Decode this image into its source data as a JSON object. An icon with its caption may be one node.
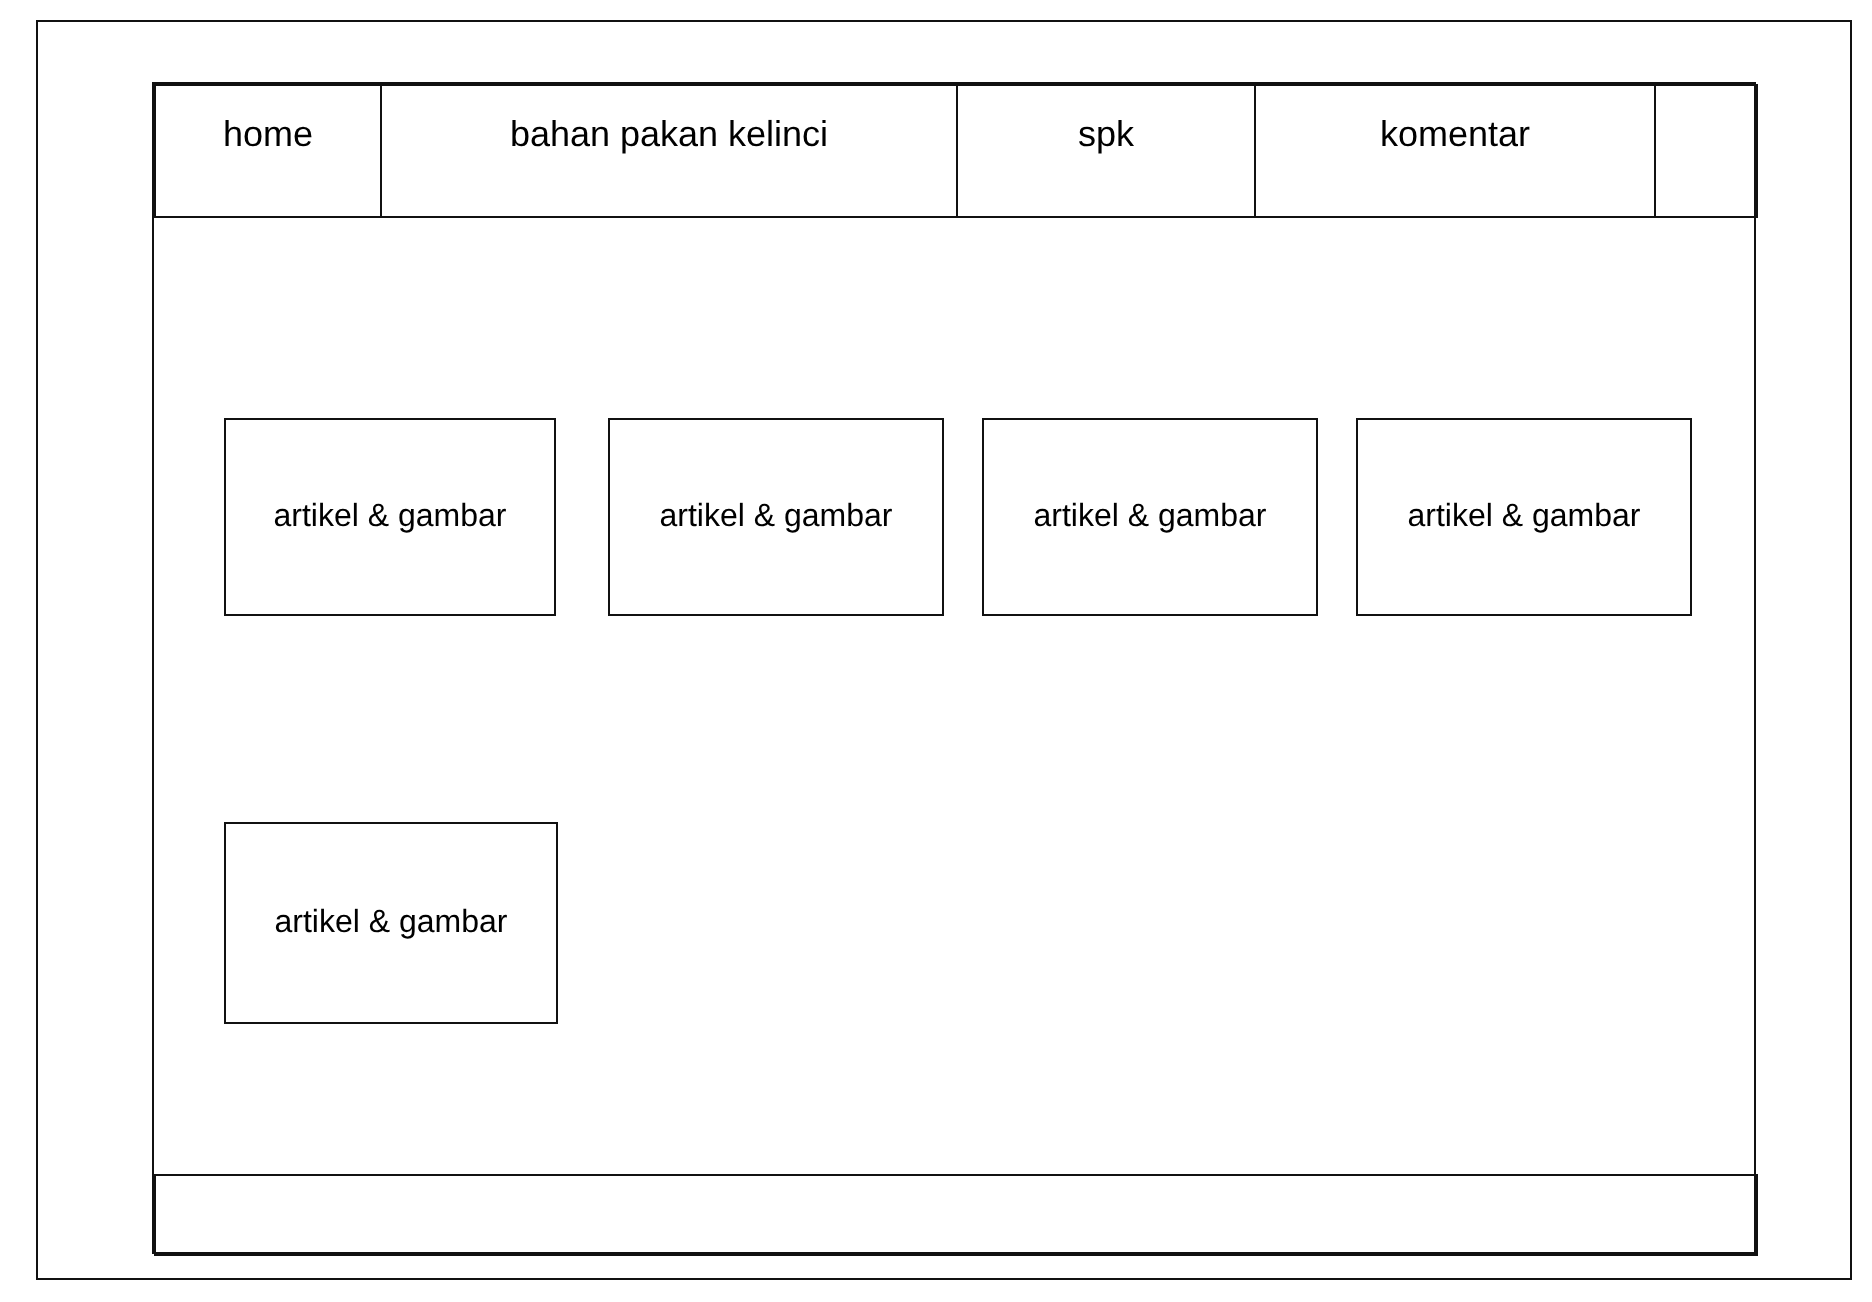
{
  "diagram": {
    "nodes": [
      {
        "text": [],
        "shape": "box"
      },
      {
        "text": [],
        "shape": "box",
        "in": 0
      },
      {
        "text": [
          "home"
        ],
        "in": 1
      },
      {
        "text": [
          "bahan pakan kelinci"
        ],
        "in": 1
      },
      {
        "text": [
          "spk"
        ],
        "in": 1
      },
      {
        "text": [
          "komentar"
        ],
        "in": 1
      },
      {
        "text": [],
        "shape": "box",
        "in": 1
      },
      {
        "text": [
          "artikel & gambar"
        ],
        "in": 1
      },
      {
        "text": [
          "artikel & gambar"
        ],
        "in": 1
      },
      {
        "text": [
          "artikel & gambar"
        ],
        "in": 1
      },
      {
        "text": [
          "artikel & gambar"
        ],
        "in": 1
      },
      {
        "text": [
          "artikel & gambar"
        ],
        "in": 1
      },
      {
        "text": [],
        "shape": "box",
        "in": 1
      }
    ]
  }
}
